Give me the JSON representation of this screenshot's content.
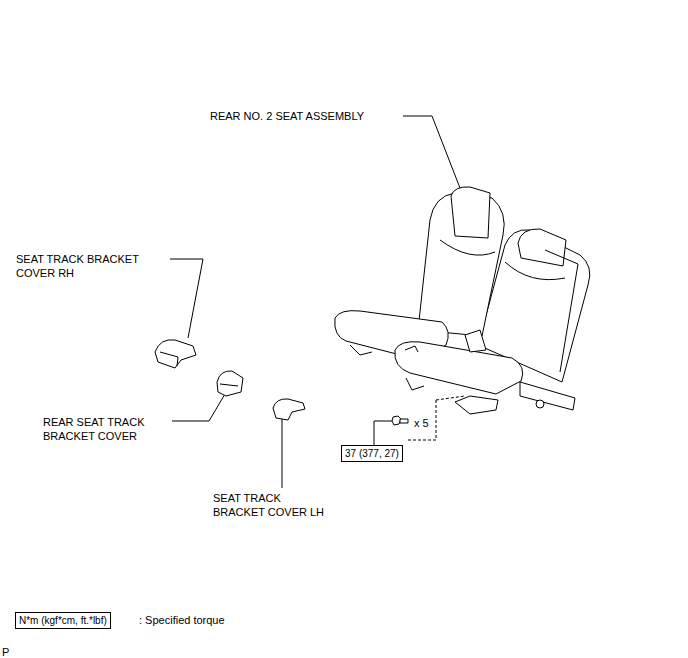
{
  "diagram": {
    "nodes": [
      {
        "text": [
          "37 (377, 27)"
        ]
      },
      {
        "text": [
          "N*m (kgf*cm, ft.*lbf)"
        ]
      }
    ],
    "labels": [
      "REAR NO. 2 SEAT ASSEMBLY",
      "SEAT TRACK BRACKET COVER RH",
      "REAR SEAT TRACK BRACKET COVER",
      "SEAT TRACK BRACKET COVER LH",
      "x 5",
      ": Specified torque",
      "P"
    ]
  }
}
